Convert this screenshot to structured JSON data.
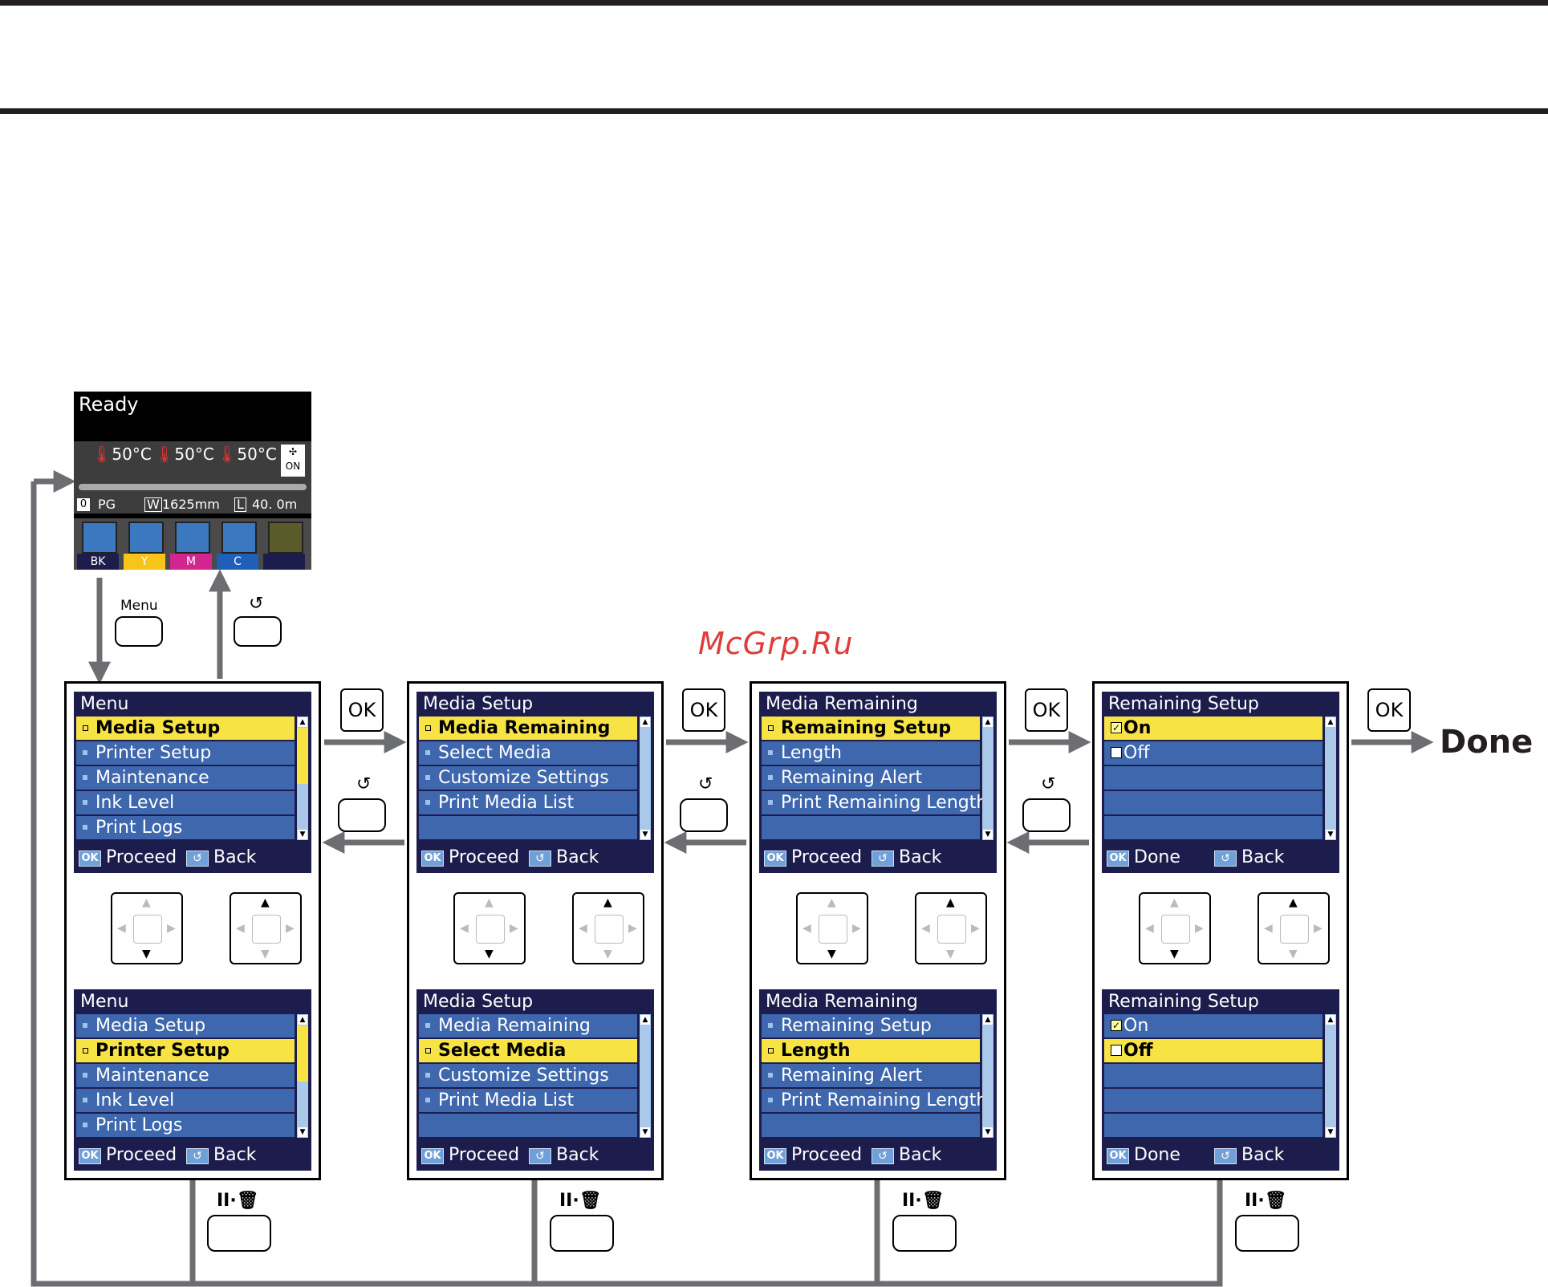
{
  "watermark": "McGrp.Ru",
  "status_screen": {
    "title": "Ready",
    "temps": [
      "50°C",
      "50°C",
      "50°C"
    ],
    "fan_label": "ON",
    "info": {
      "counter": "0",
      "pg": "PG",
      "width_tag": "W",
      "width": "1625mm",
      "length_tag": "L",
      "length": "40. 0m"
    },
    "inks": [
      {
        "label": "BK",
        "color": "#3b78c0",
        "tag": "#1d1d4d"
      },
      {
        "label": "Y",
        "color": "#3b78c0",
        "tag": "#f7c51a"
      },
      {
        "label": "M",
        "color": "#3b78c0",
        "tag": "#d2258f"
      },
      {
        "label": "C",
        "color": "#3b78c0",
        "tag": "#1f5fb8"
      },
      {
        "label": "",
        "color": "#5a5a2a",
        "tag": "#1d1d4d"
      }
    ]
  },
  "keys": {
    "menu_label": "Menu",
    "back_symbol": "↺",
    "ok_label": "OK",
    "pause_label": "II·🗑"
  },
  "done_label": "Done",
  "columns": [
    {
      "top": {
        "title": "Menu",
        "items": [
          "Media Setup",
          "Printer Setup",
          "Maintenance",
          "Ink Level",
          "Print Logs"
        ],
        "selected": 0,
        "footer_ok": "Proceed",
        "footer_back": "Back"
      },
      "bottom": {
        "title": "Menu",
        "items": [
          "Media Setup",
          "Printer Setup",
          "Maintenance",
          "Ink Level",
          "Print Logs"
        ],
        "selected": 1,
        "footer_ok": "Proceed",
        "footer_back": "Back"
      }
    },
    {
      "top": {
        "title": "Media Setup",
        "items": [
          "Media Remaining",
          "Select Media",
          "Customize Settings",
          "Print Media List",
          ""
        ],
        "selected": 0,
        "footer_ok": "Proceed",
        "footer_back": "Back"
      },
      "bottom": {
        "title": "Media Setup",
        "items": [
          "Media Remaining",
          "Select Media",
          "Customize Settings",
          "Print Media List",
          ""
        ],
        "selected": 1,
        "footer_ok": "Proceed",
        "footer_back": "Back"
      }
    },
    {
      "top": {
        "title": "Media Remaining",
        "items": [
          "Remaining Setup",
          "Length",
          "Remaining Alert",
          "Print Remaining Length",
          ""
        ],
        "selected": 0,
        "footer_ok": "Proceed",
        "footer_back": "Back"
      },
      "bottom": {
        "title": "Media Remaining",
        "items": [
          "Remaining Setup",
          "Length",
          "Remaining Alert",
          "Print Remaining Length",
          ""
        ],
        "selected": 1,
        "footer_ok": "Proceed",
        "footer_back": "Back"
      }
    },
    {
      "top": {
        "title": "Remaining Setup",
        "items": [
          "On",
          "Off",
          "",
          "",
          ""
        ],
        "selected": 0,
        "checked": 0,
        "footer_ok": "Done",
        "footer_back": "Back"
      },
      "bottom": {
        "title": "Remaining Setup",
        "items": [
          "On",
          "Off",
          "",
          "",
          ""
        ],
        "selected": 1,
        "checked": 0,
        "footer_ok": "Done",
        "footer_back": "Back"
      }
    }
  ]
}
